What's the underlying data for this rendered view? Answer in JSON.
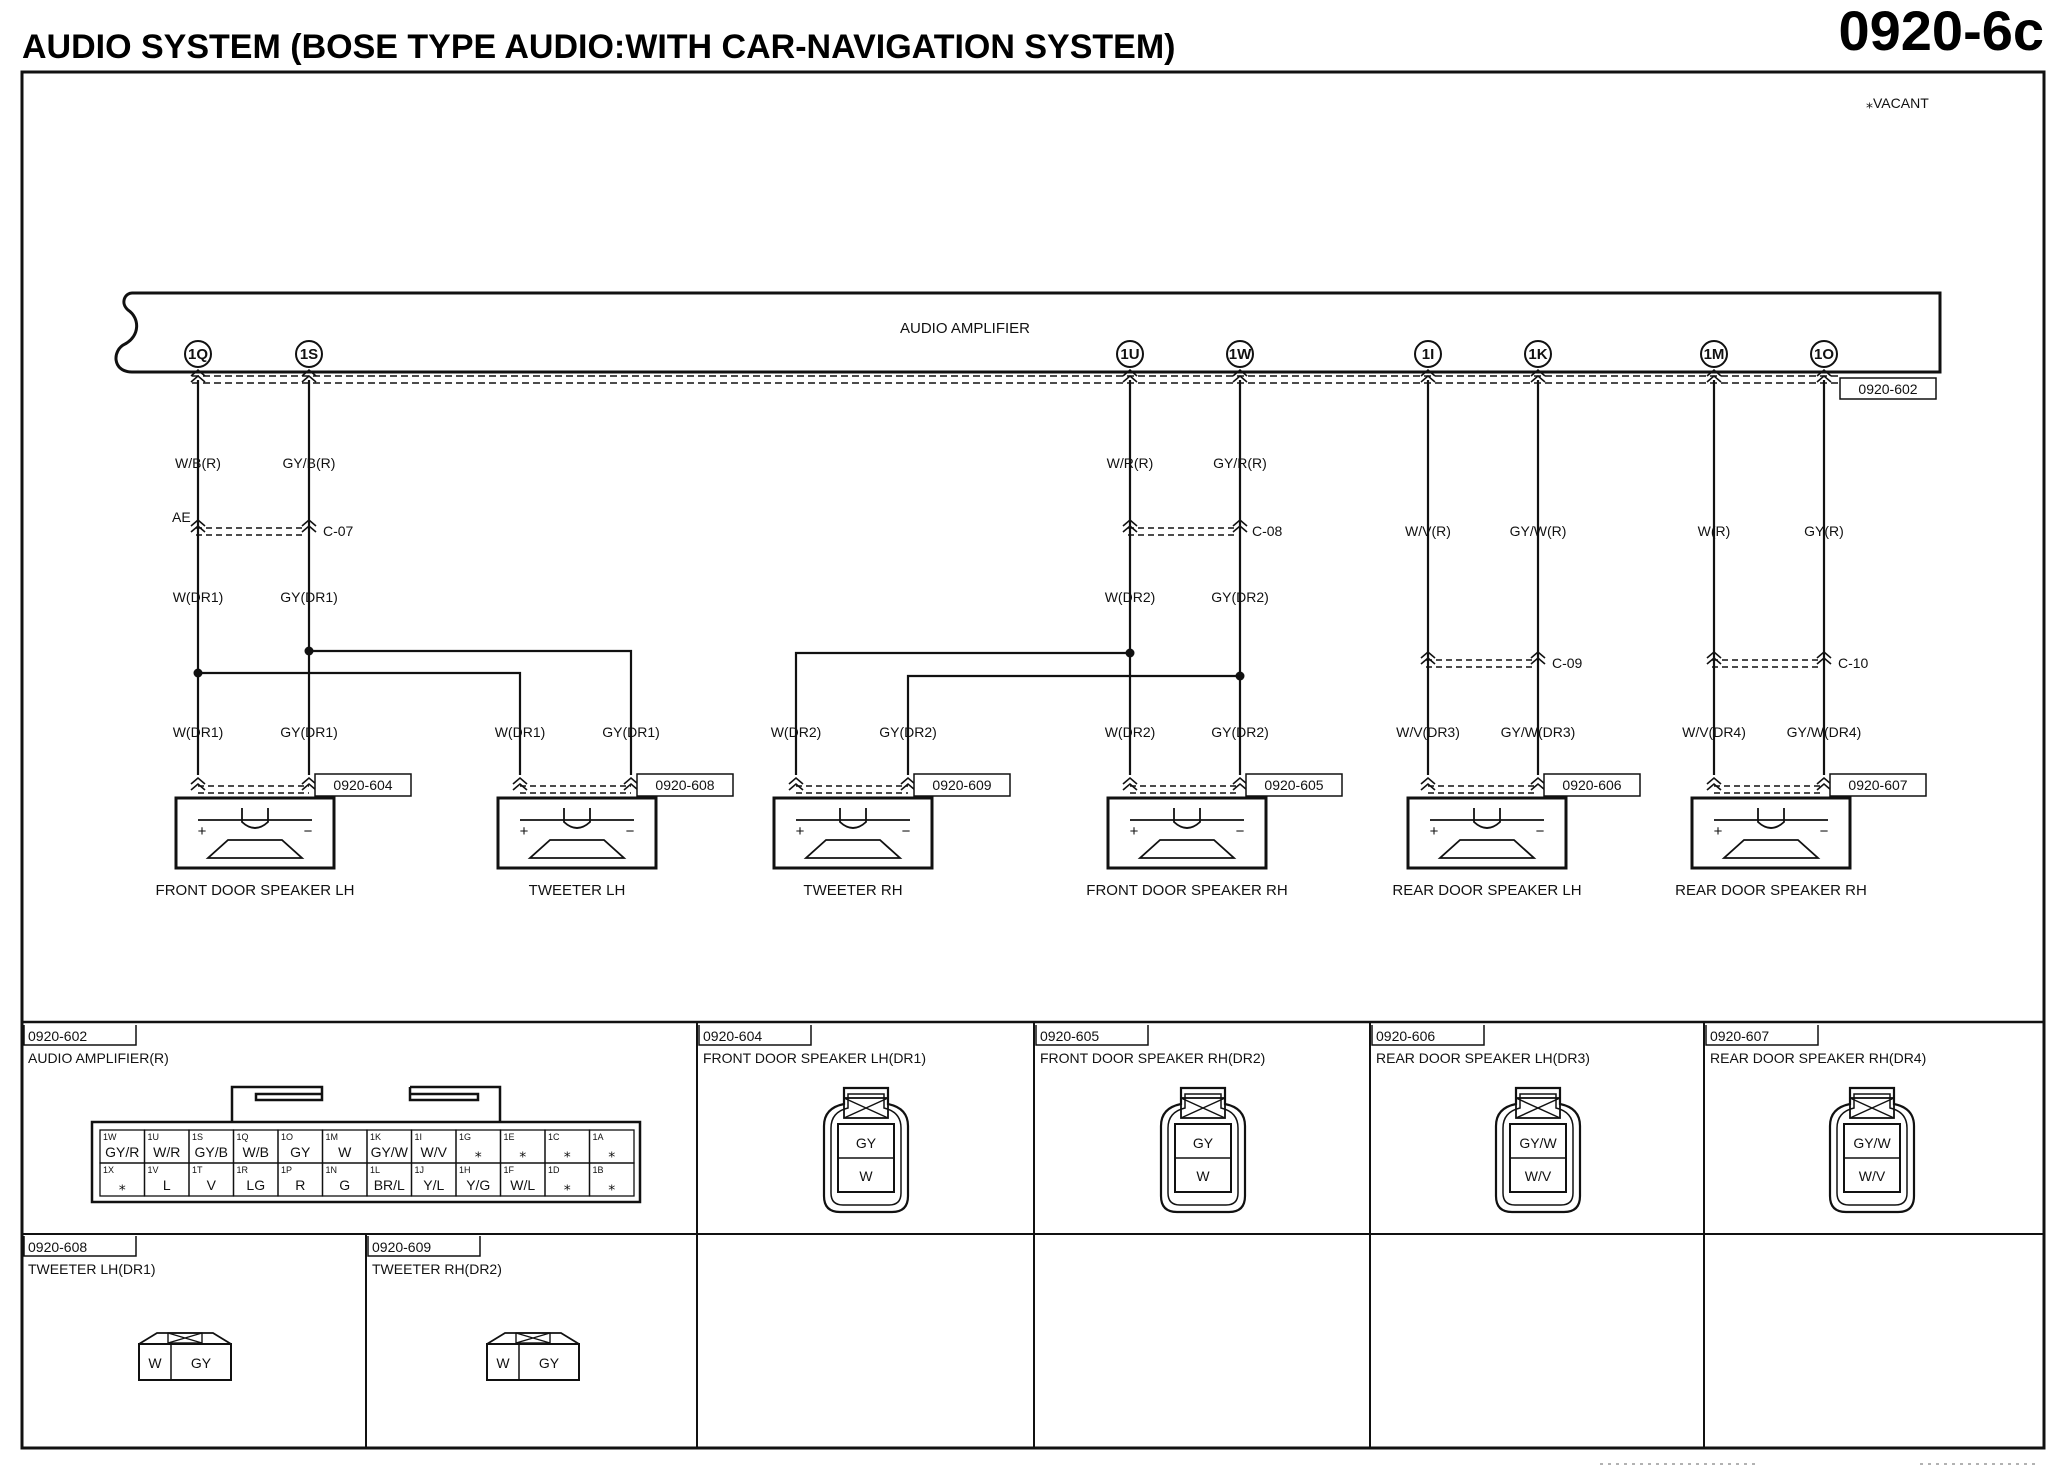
{
  "header": {
    "title": "AUDIO SYSTEM (BOSE TYPE AUDIO:WITH CAR-NAVIGATION SYSTEM)",
    "page_code": "0920-6c"
  },
  "vacant_note": "⁎VACANT",
  "amplifier": {
    "label": "AUDIO AMPLIFIER",
    "connector": "0920-602",
    "pins": [
      "1Q",
      "1S",
      "1U",
      "1W",
      "1I",
      "1K",
      "1M",
      "1O"
    ]
  },
  "wires": {
    "top": [
      "W/B(R)",
      "GY/B(R)",
      "W/R(R)",
      "GY/R(R)",
      "W/V(R)",
      "GY/W(R)",
      "W(R)",
      "GY(R)"
    ],
    "mid": [
      "W(DR1)",
      "GY(DR1)",
      "W(DR2)",
      "GY(DR2)"
    ],
    "bottom": [
      "W(DR1)",
      "GY(DR1)",
      "W(DR1)",
      "GY(DR1)",
      "W(DR2)",
      "GY(DR2)",
      "W(DR2)",
      "GY(DR2)",
      "W/V(DR3)",
      "GY/W(DR3)",
      "W/V(DR4)",
      "GY/W(DR4)"
    ]
  },
  "joints": {
    "ae": "AE",
    "c07": "C-07",
    "c08": "C-08",
    "c09": "C-09",
    "c10": "C-10"
  },
  "plus": "+",
  "minus": "−",
  "speakers": [
    {
      "name": "FRONT DOOR SPEAKER LH",
      "connector": "0920-604"
    },
    {
      "name": "TWEETER LH",
      "connector": "0920-608"
    },
    {
      "name": "TWEETER RH",
      "connector": "0920-609"
    },
    {
      "name": "FRONT DOOR SPEAKER RH",
      "connector": "0920-605"
    },
    {
      "name": "REAR DOOR SPEAKER LH",
      "connector": "0920-606"
    },
    {
      "name": "REAR DOOR SPEAKER RH",
      "connector": "0920-607"
    }
  ],
  "connector_views": [
    {
      "code": "0920-602",
      "title": "AUDIO AMPLIFIER(R)"
    },
    {
      "code": "0920-604",
      "title": "FRONT DOOR SPEAKER LH(DR1)",
      "pins": [
        "GY",
        "W"
      ]
    },
    {
      "code": "0920-605",
      "title": "FRONT DOOR SPEAKER RH(DR2)",
      "pins": [
        "GY",
        "W"
      ]
    },
    {
      "code": "0920-606",
      "title": "REAR DOOR SPEAKER LH(DR3)",
      "pins": [
        "GY/W",
        "W/V"
      ]
    },
    {
      "code": "0920-607",
      "title": "REAR DOOR SPEAKER RH(DR4)",
      "pins": [
        "GY/W",
        "W/V"
      ]
    },
    {
      "code": "0920-608",
      "title": "TWEETER LH(DR1)",
      "pins": [
        "W",
        "GY"
      ]
    },
    {
      "code": "0920-609",
      "title": "TWEETER RH(DR2)",
      "pins": [
        "W",
        "GY"
      ]
    }
  ],
  "amp_grid": {
    "row1": [
      {
        "id": "1W",
        "c": "GY/R"
      },
      {
        "id": "1U",
        "c": "W/R"
      },
      {
        "id": "1S",
        "c": "GY/B"
      },
      {
        "id": "1Q",
        "c": "W/B"
      },
      {
        "id": "1O",
        "c": "GY"
      },
      {
        "id": "1M",
        "c": "W"
      },
      {
        "id": "1K",
        "c": "GY/W"
      },
      {
        "id": "1I",
        "c": "W/V"
      },
      {
        "id": "1G",
        "c": "⁎"
      },
      {
        "id": "1E",
        "c": "⁎"
      },
      {
        "id": "1C",
        "c": "⁎"
      },
      {
        "id": "1A",
        "c": "⁎"
      }
    ],
    "row2": [
      {
        "id": "1X",
        "c": "⁎"
      },
      {
        "id": "1V",
        "c": "L"
      },
      {
        "id": "1T",
        "c": "V"
      },
      {
        "id": "1R",
        "c": "LG"
      },
      {
        "id": "1P",
        "c": "R"
      },
      {
        "id": "1N",
        "c": "G"
      },
      {
        "id": "1L",
        "c": "BR/L"
      },
      {
        "id": "1J",
        "c": "Y/L"
      },
      {
        "id": "1H",
        "c": "Y/G"
      },
      {
        "id": "1F",
        "c": "W/L"
      },
      {
        "id": "1D",
        "c": "⁎"
      },
      {
        "id": "1B",
        "c": "⁎"
      }
    ]
  }
}
